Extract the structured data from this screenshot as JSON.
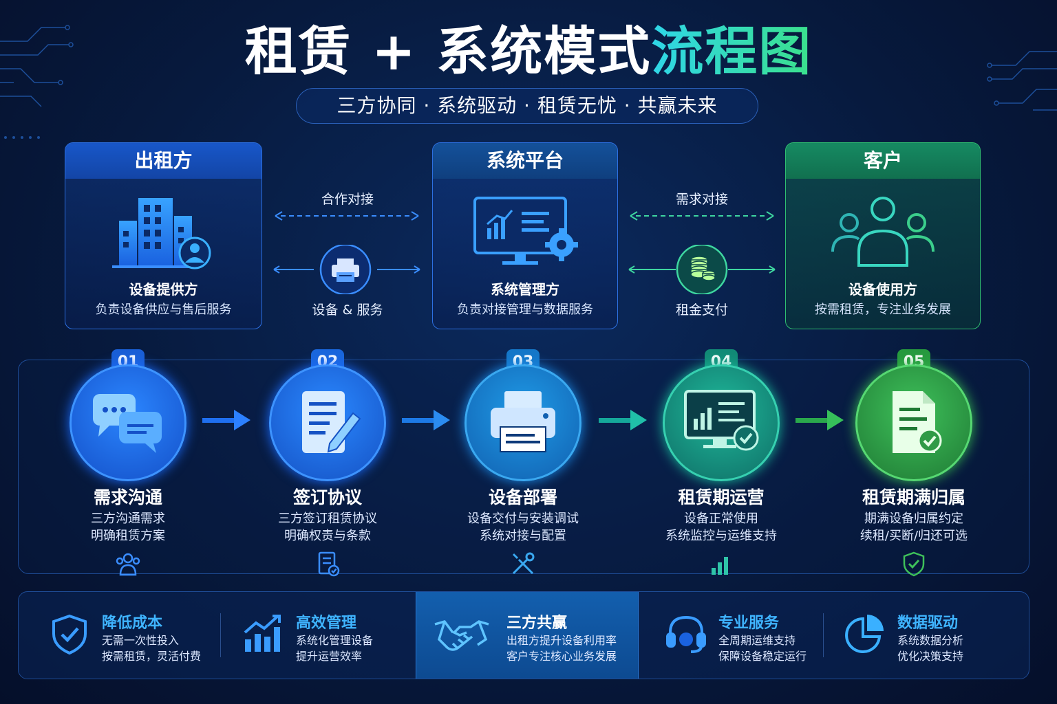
{
  "title": {
    "part1": "租赁 + 系统模式",
    "part2": "流程图"
  },
  "subtitle": "三方协同 · 系统驱动 · 租赁无忧 · 共赢未来",
  "parties": [
    {
      "header": "出租方",
      "name": "设备提供方",
      "desc": "负责设备供应与售后服务",
      "icon": "building-user-icon"
    },
    {
      "header": "系统平台",
      "name": "系统管理方",
      "desc": "负责对接管理与数据服务",
      "icon": "monitor-gear-icon"
    },
    {
      "header": "客户",
      "name": "设备使用方",
      "desc": "按需租赁，专注业务发展",
      "icon": "users-group-icon"
    }
  ],
  "links": {
    "left_top": "合作对接",
    "left_bottom": "设备 & 服务",
    "right_top": "需求对接",
    "right_bottom": "租金支付"
  },
  "steps": [
    {
      "num": "01",
      "name": "需求沟通",
      "line1": "三方沟通需求",
      "line2": "明确租赁方案",
      "icon": "chat-bubbles-icon",
      "sub_icon": "users-icon",
      "color": "#1f6ff0"
    },
    {
      "num": "02",
      "name": "签订协议",
      "line1": "三方签订租赁协议",
      "line2": "明确权责与条款",
      "icon": "document-pen-icon",
      "sub_icon": "document-check-icon",
      "color": "#1a78ee"
    },
    {
      "num": "03",
      "name": "设备部署",
      "line1": "设备交付与安装调试",
      "line2": "系统对接与配置",
      "icon": "printer-icon",
      "sub_icon": "tools-icon",
      "color": "#1487d6"
    },
    {
      "num": "04",
      "name": "租赁期运营",
      "line1": "设备正常使用",
      "line2": "系统监控与运维支持",
      "icon": "monitor-check-icon",
      "sub_icon": "bar-chart-icon",
      "color": "#12a08a"
    },
    {
      "num": "05",
      "name": "租赁期满归属",
      "line1": "期满设备归属约定",
      "line2": "续租/买断/归还可选",
      "icon": "document-check-icon",
      "sub_icon": "shield-check-icon",
      "color": "#2ea84a"
    }
  ],
  "benefits": [
    {
      "title": "降低成本",
      "line1": "无需一次性投入",
      "line2": "按需租赁，灵活付费",
      "icon": "shield-check-icon"
    },
    {
      "title": "高效管理",
      "line1": "系统化管理设备",
      "line2": "提升运营效率",
      "icon": "growth-chart-icon"
    },
    {
      "title": "三方共赢",
      "line1": "出租方提升设备利用率",
      "line2": "客户专注核心业务发展",
      "icon": "handshake-icon"
    },
    {
      "title": "专业服务",
      "line1": "全周期运维支持",
      "line2": "保障设备稳定运行",
      "icon": "headset-icon"
    },
    {
      "title": "数据驱动",
      "line1": "系统数据分析",
      "line2": "优化决策支持",
      "icon": "pie-chart-icon"
    }
  ]
}
